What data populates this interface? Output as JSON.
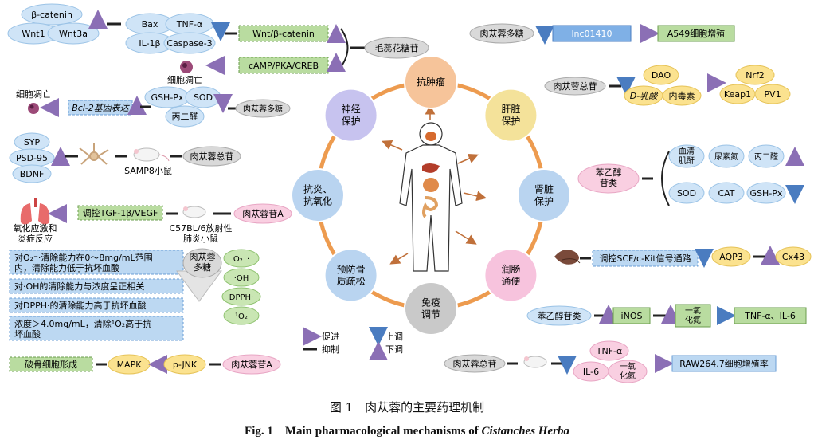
{
  "colors": {
    "promote": "#8b6fb5",
    "inhibit": "#5b8fd1",
    "up": "#7ab0e6",
    "down": "#f2a5c8",
    "ring": "#ed9b4f"
  },
  "center": {
    "nodes": [
      "抗肿瘤",
      "肝脏\n保护",
      "肾脏\n保护",
      "润肠\n通便",
      "免疫\n调节",
      "预防骨\n质疏松",
      "抗炎、\n抗氧化",
      "神经\n保护"
    ]
  },
  "g1": {
    "beta": "β-catenin",
    "wnt1": "Wnt1",
    "wnt3a": "Wnt3a",
    "bax": "Bax",
    "tnf": "TNF-α",
    "il1b": "IL-1β",
    "casp3": "Caspase-3",
    "wnt": "Wnt/β-catenin",
    "camp": "cAMP/PKA/CREB",
    "src": "毛蕊花糖苷",
    "apop": "细胞凋亡"
  },
  "g2": {
    "gsh": "GSH-Px",
    "sod": "SOD",
    "mda": "丙二醛",
    "bcl": "Bcl-2基因表达",
    "apop": "细胞凋亡",
    "src": "肉苁蓉多糖"
  },
  "g3": {
    "syp": "SYP",
    "psd": "PSD-95",
    "bdnf": "BDNF",
    "mouse": "SAMP8小鼠",
    "src": "肉苁蓉总苷"
  },
  "g4": {
    "lung": "氧化应激和\n炎症反应",
    "tgf": "调控TGF-1β/VEGF",
    "mouse": "C57BL/6放射性\n肺炎小鼠",
    "src": "肉苁蓉苷A"
  },
  "g5": {
    "r1": "对O₂⁻·清除能力在0～8mg/mL范围\n内，清除能力低于抗坏血酸",
    "r2": "对·OH的清除能力与浓度呈正相关",
    "r3": "对DPPH·的清除能力高于抗坏血酸",
    "r4": "浓度＞4.0mg/mL，清除¹O₂高于抗\n坏血酸",
    "src": "肉苁蓉\n多糖",
    "o2": "O₂⁻·",
    "oh": "·OH",
    "dpph": "DPPH·",
    "o1": "¹O₂"
  },
  "g6": {
    "bone": "破骨细胞形成",
    "mapk": "MAPK",
    "pjnk": "p-JNK",
    "src": "肉苁蓉苷A"
  },
  "legend": {
    "promote": "促进",
    "inhibit": "抑制",
    "up": "上调",
    "down": "下调"
  },
  "r1": {
    "src": "肉苁蓉多糖",
    "lnc": "lnc01410",
    "a549": "A549细胞增殖"
  },
  "r2": {
    "src": "肉苁蓉总苷",
    "dlac": "D-乳酸",
    "dao": "DAO",
    "endo": "内毒素",
    "nrf2": "Nrf2",
    "keap1": "Keap1",
    "pv1": "PV1"
  },
  "r3": {
    "src": "苯乙醇\n苷类",
    "cre": "血清\n肌酐",
    "urea": "尿素氮",
    "mda": "丙二醛",
    "sod": "SOD",
    "cat": "CAT",
    "gsh": "GSH-Px"
  },
  "r4": {
    "scf": "调控SCF/c-Kit信号通路",
    "aqp3": "AQP3",
    "cx43": "Cx43"
  },
  "r5": {
    "src": "苯乙醇苷类",
    "inos": "iNOS",
    "no": "一氧\n化氮",
    "tnf": "TNF-α、IL-6"
  },
  "r6": {
    "src": "肉苁蓉总苷",
    "tnf": "TNF-α",
    "il6": "IL-6",
    "no": "一氧\n化氮",
    "raw": "RAW264.7细胞增殖率"
  },
  "caption": {
    "cn": "图 1　肉苁蓉的主要药理机制",
    "en_pre": "Fig. 1　Main pharmacological mechanisms of ",
    "en_it": "Cistanches Herba"
  }
}
